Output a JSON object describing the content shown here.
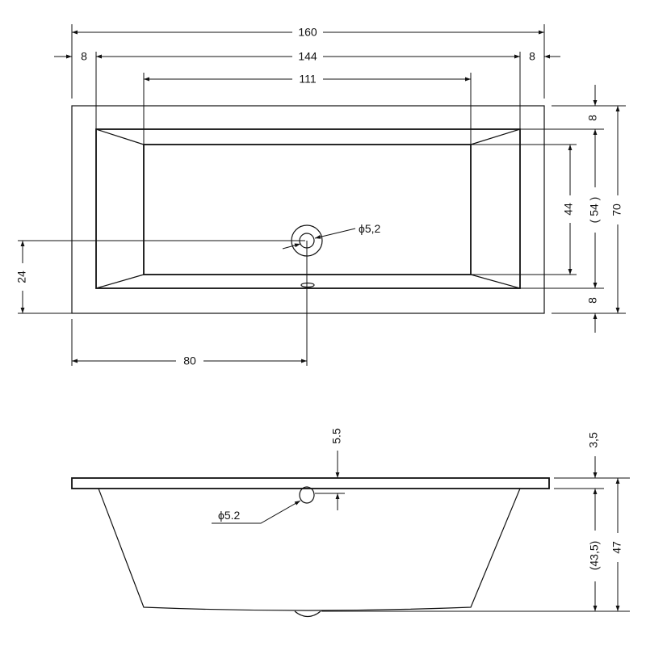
{
  "top_view": {
    "overall_length": "160",
    "inner_length": "144",
    "left_rim": "8",
    "right_rim": "8",
    "floor_length": "111",
    "overall_width": "70",
    "inner_width": "( 54 )",
    "top_rim": "8",
    "bottom_rim": "8",
    "floor_width": "44",
    "drain_offset_y": "24",
    "drain_offset_x": "80",
    "drain_diameter": "ϕ5,2"
  },
  "side_view": {
    "overflow_offset": "5.5",
    "rim_thickness": "3,5",
    "depth": "(43,5)",
    "total_height": "47",
    "overflow_diameter": "ϕ5.2"
  }
}
